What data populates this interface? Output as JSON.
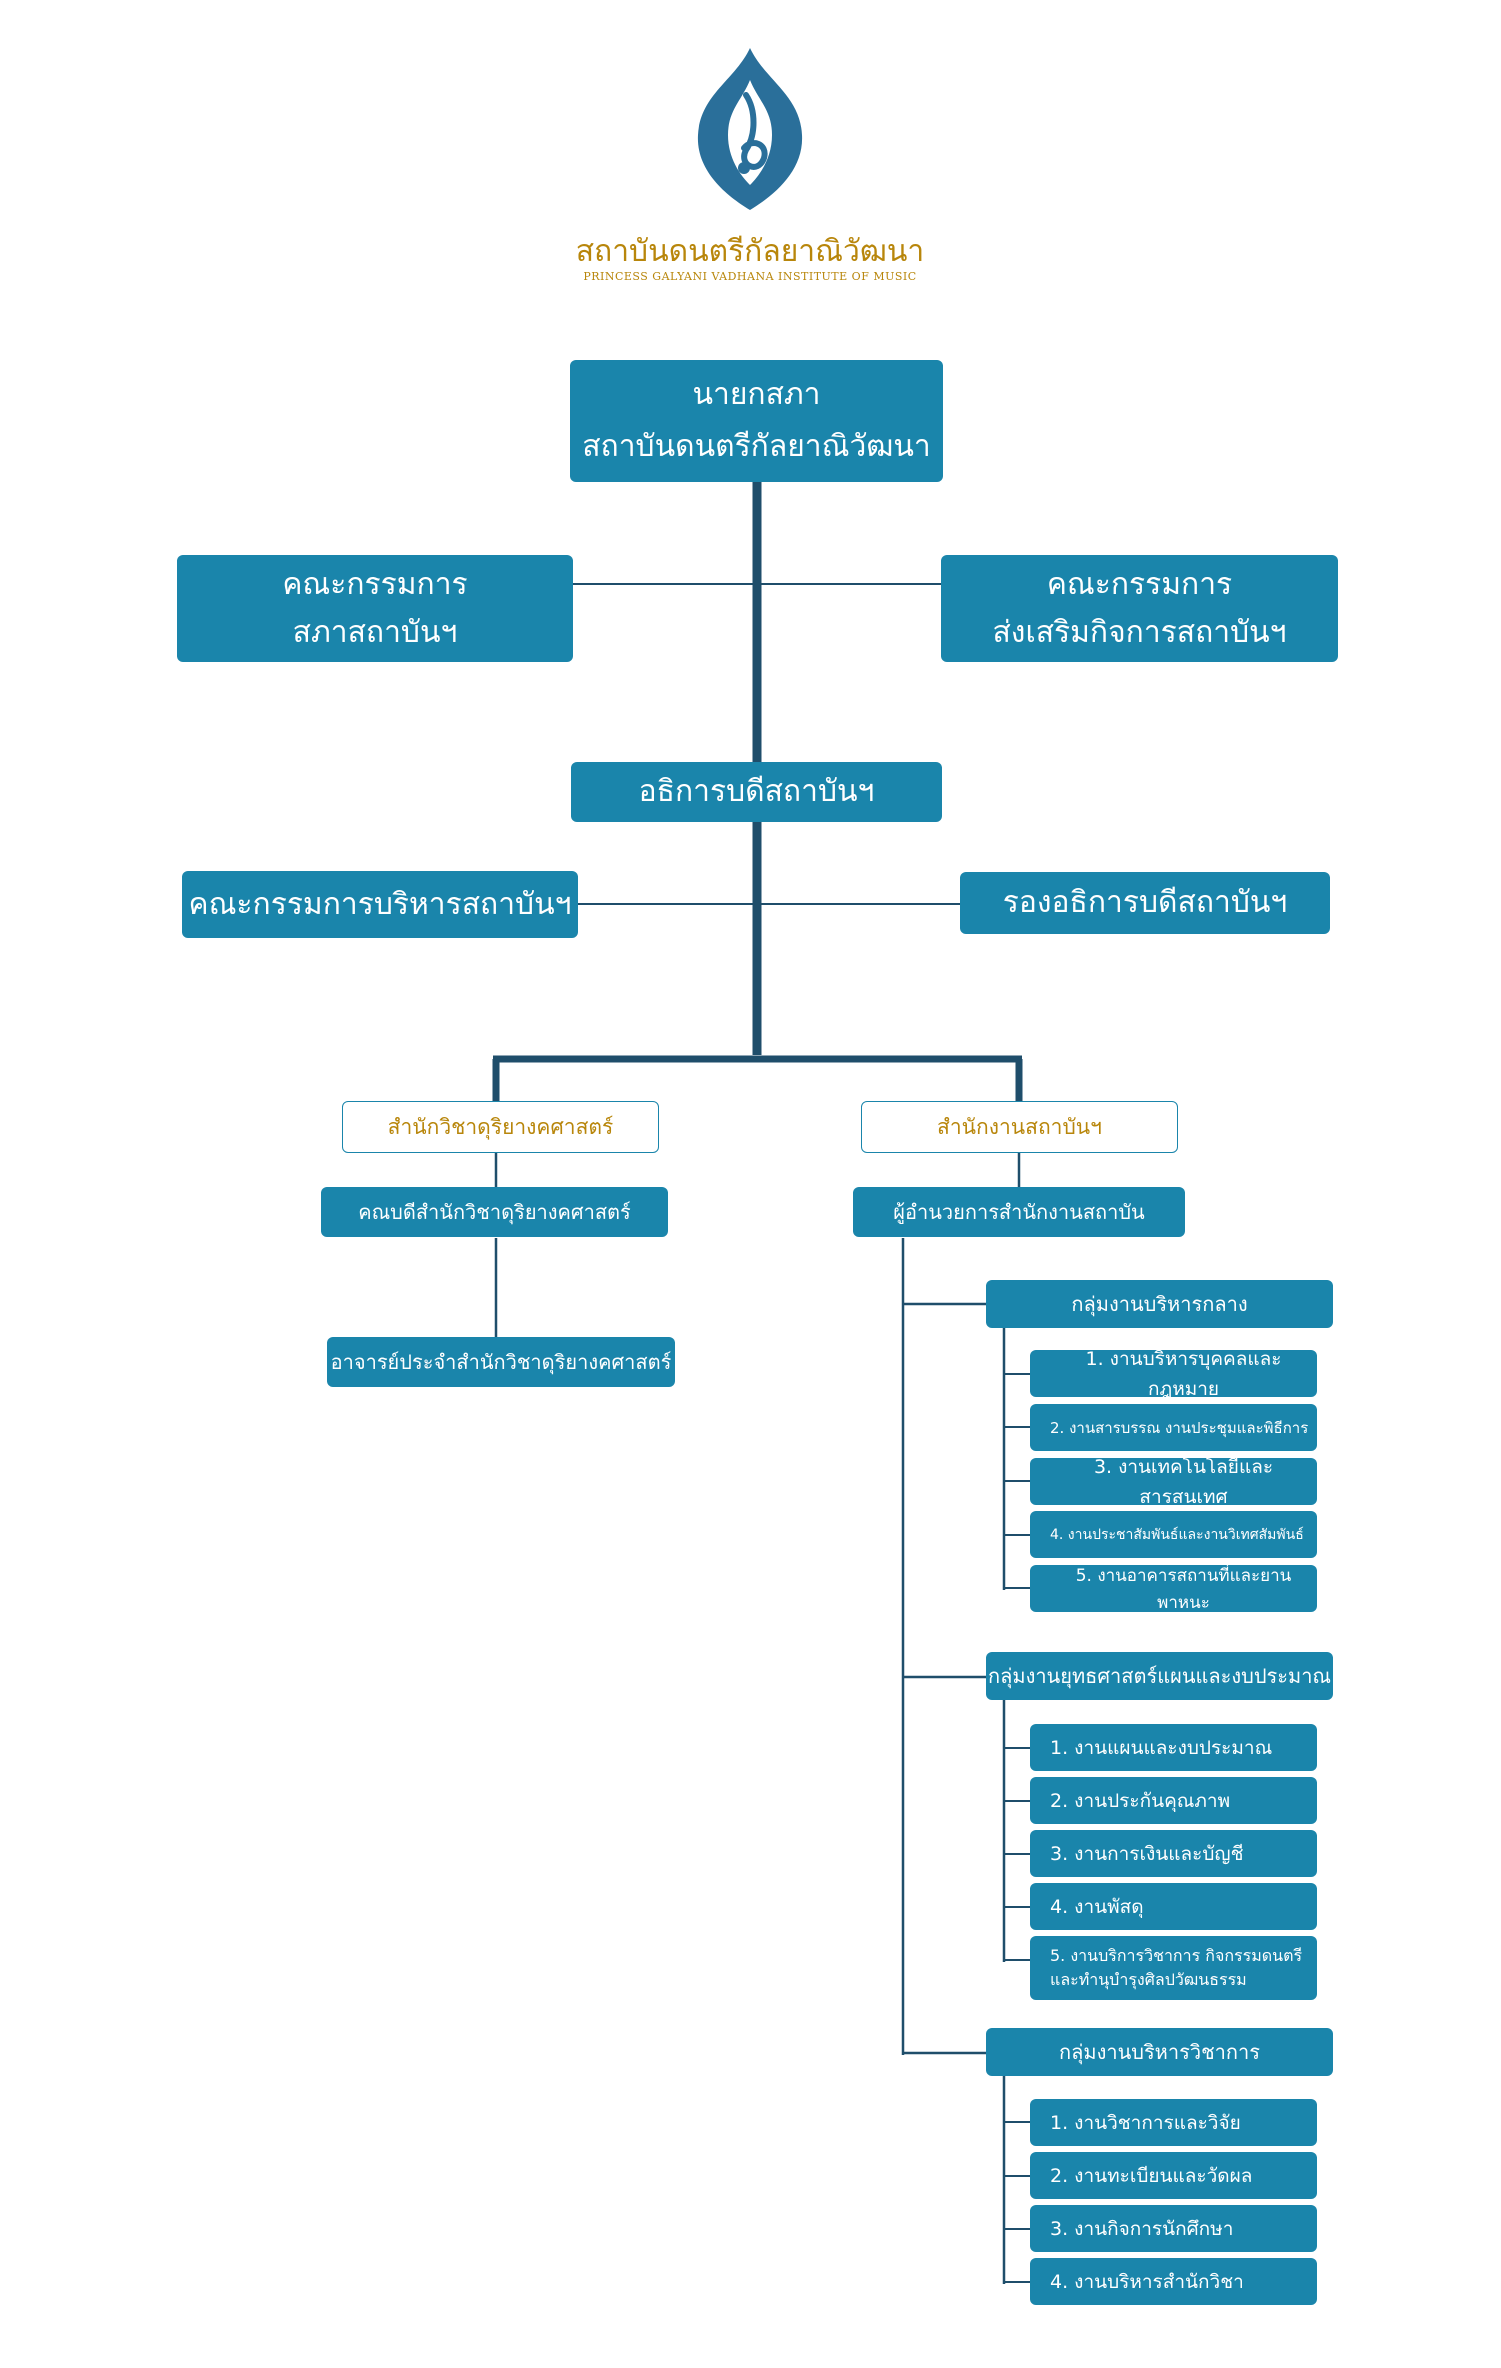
{
  "logo": {
    "name_thai": "สถาบันดนตรีกัลยาณิวัฒนา",
    "name_en": "PRINCESS GALYANI VADHANA INSTITUTE OF MUSIC",
    "icon": "treble-clef-lotus-icon",
    "colors": {
      "blue": "#2a6f9a",
      "gold": "#b8860b"
    }
  },
  "top": {
    "line1": "นายกสภา",
    "line2": "สถาบันดนตรีกัลยาณิวัฒนา"
  },
  "council": {
    "line1": "คณะกรรมการ",
    "line2": "สภาสถาบันฯ"
  },
  "promotion": {
    "line1": "คณะกรรมการ",
    "line2": "ส่งเสริมกิจการสถาบันฯ"
  },
  "president": "อธิการบดีสถาบันฯ",
  "exec_committee": "คณะกรรมการบริหารสถาบันฯ",
  "vice_president": "รองอธิการบดีสถาบันฯ",
  "school": {
    "title": "สำนักวิชาดุริยางคศาสตร์",
    "dean": "คณบดีสำนักวิชาดุริยางคศาสตร์",
    "faculty": "อาจารย์ประจำสำนักวิชาดุริยางคศาสตร์"
  },
  "office": {
    "title": "สำนักงานสถาบันฯ",
    "director": "ผู้อำนวยการสำนักงานสถาบัน",
    "groups": [
      {
        "name": "กลุ่มงานบริหารกลาง",
        "items": [
          "1. งานบริหารบุคคลและกฎหมาย",
          "2. งานสารบรรณ งานประชุมและพิธีการ",
          "3. งานเทคโนโลยีและสารสนเทศ",
          "4. งานประชาสัมพันธ์และงานวิเทศสัมพันธ์",
          "5. งานอาคารสถานที่และยานพาหนะ"
        ]
      },
      {
        "name": "กลุ่มงานยุทธศาสตร์แผนและงบประมาณ",
        "items": [
          "1. งานแผนและงบประมาณ",
          "2. งานประกันคุณภาพ",
          "3. งานการเงินและบัญชี",
          "4. งานพัสดุ",
          "5. งานบริการวิชาการ กิจกรรมดนตรี",
          "และทำนุบำรุงศิลปวัฒนธรรม"
        ]
      },
      {
        "name": "กลุ่มงานบริหารวิชาการ",
        "items": [
          "1. งานวิชาการและวิจัย",
          "2. งานทะเบียนและวัดผล",
          "3. งานกิจการนักศึกษา",
          "4. งานบริหารสำนักวิชา"
        ]
      }
    ]
  }
}
